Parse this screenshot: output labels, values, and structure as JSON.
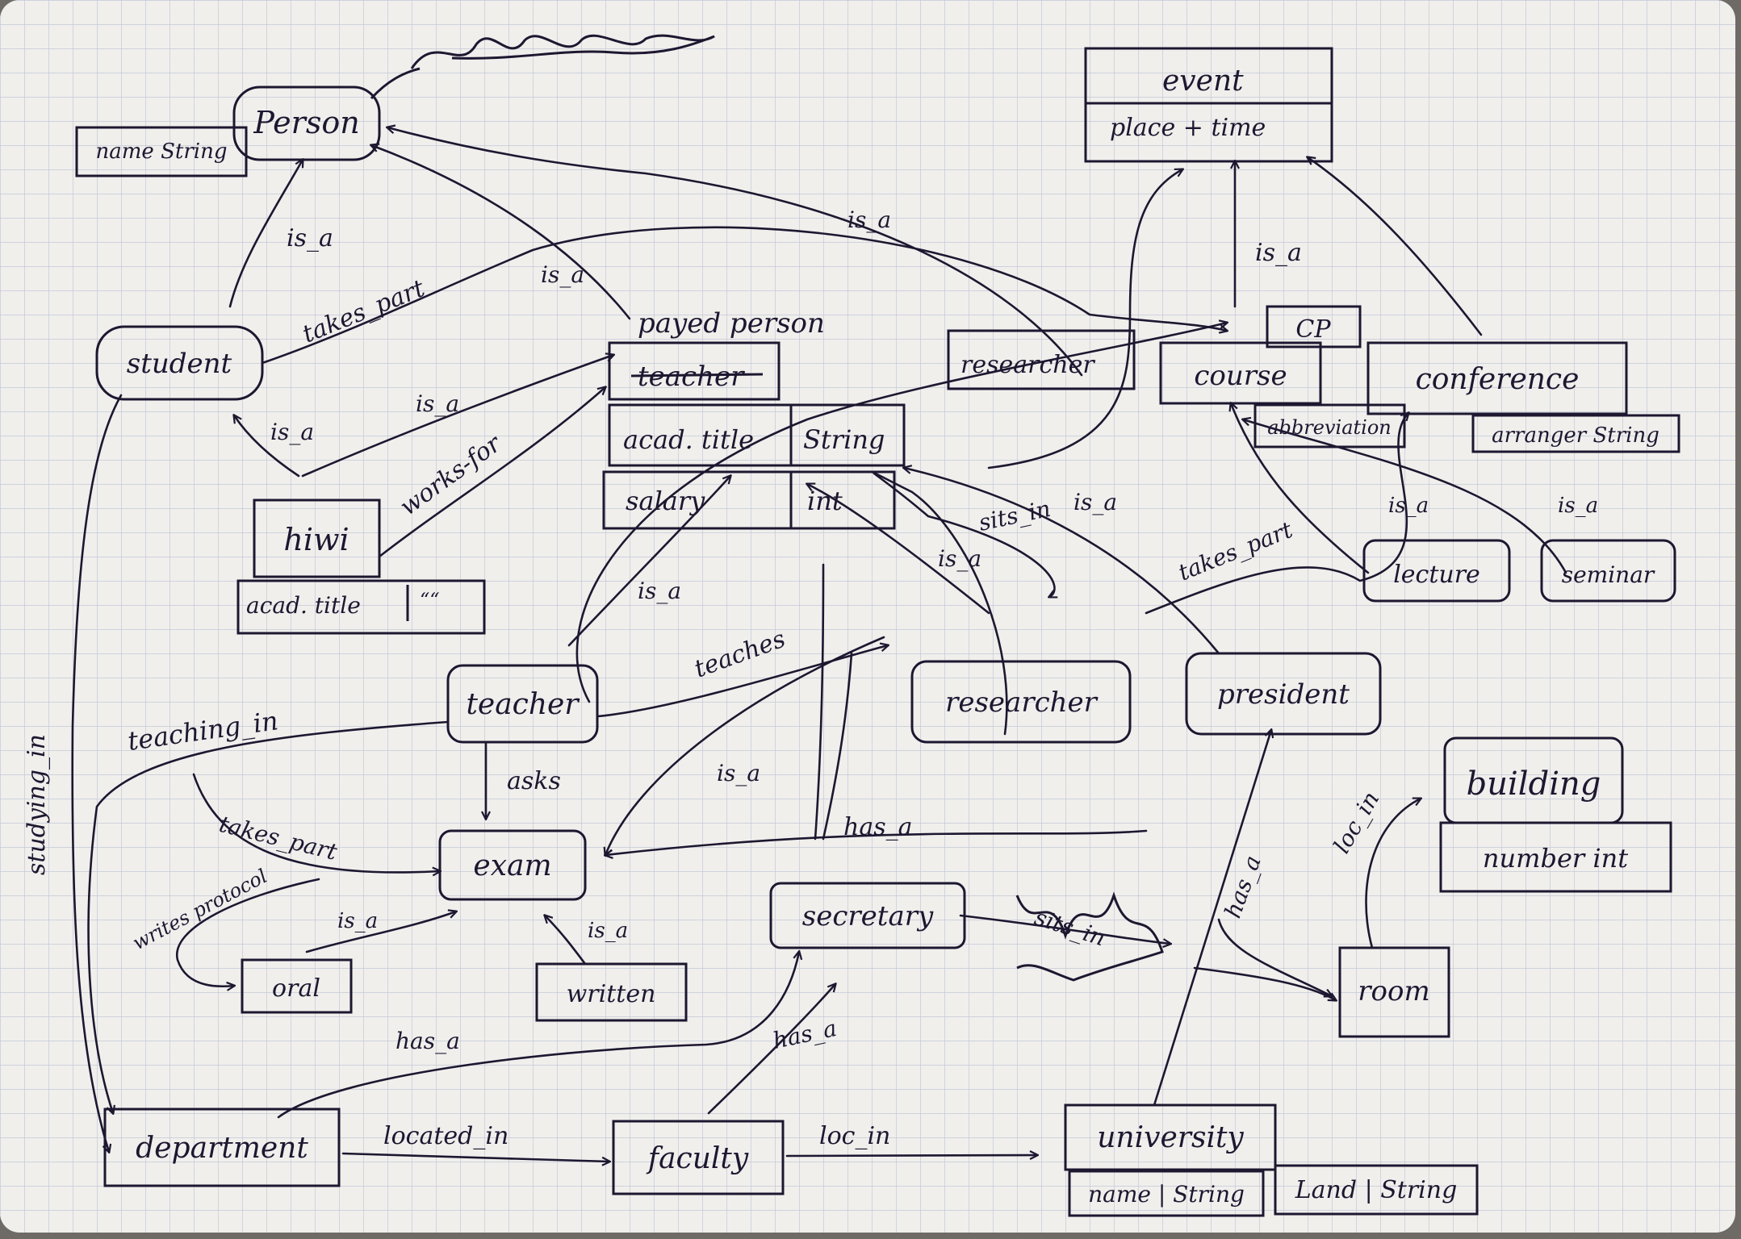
{
  "diagram": {
    "colors": {
      "paper": "#f0efec",
      "grid": "#c2c9d6",
      "ink": "#1d1730",
      "background": "#6e6b66"
    },
    "nodes": {
      "person": {
        "label": "Person"
      },
      "person_attr": {
        "label": "name String"
      },
      "event": {
        "label": "event"
      },
      "event_attr": {
        "label": "place + time"
      },
      "payed_person": {
        "label": "payed person"
      },
      "teacher_struck": {
        "label": "teacher"
      },
      "acad_title": {
        "label": "acad. title"
      },
      "acad_title_type": {
        "label": "String"
      },
      "salary": {
        "label": "salary"
      },
      "salary_type": {
        "label": "int"
      },
      "student": {
        "label": "student"
      },
      "hiwi": {
        "label": "hiwi"
      },
      "hiwi_attr": {
        "label": "acad. title"
      },
      "hiwi_attr_type": {
        "label": "““"
      },
      "researcher_top": {
        "label": "researcher"
      },
      "course": {
        "label": "course"
      },
      "cp": {
        "label": "CP"
      },
      "abbreviation": {
        "label": "abbreviation"
      },
      "conference": {
        "label": "conference"
      },
      "arranger": {
        "label": "arranger String"
      },
      "lecture": {
        "label": "lecture"
      },
      "seminar": {
        "label": "seminar"
      },
      "teacher": {
        "label": "teacher"
      },
      "researcher": {
        "label": "researcher"
      },
      "president": {
        "label": "president"
      },
      "exam": {
        "label": "exam"
      },
      "oral": {
        "label": "oral"
      },
      "written": {
        "label": "written"
      },
      "secretary": {
        "label": "secretary"
      },
      "building": {
        "label": "building"
      },
      "building_attr": {
        "label": "number int"
      },
      "room": {
        "label": "room"
      },
      "department": {
        "label": "department"
      },
      "faculty": {
        "label": "faculty"
      },
      "university": {
        "label": "university"
      },
      "university_name": {
        "label": "name | String"
      },
      "university_land": {
        "label": "Land | String"
      }
    },
    "edge_labels": {
      "student_person_isa": "is_a",
      "student_takes_part": "takes_part",
      "payed_isa_top": "is_a",
      "researcher_person_isa": "is_a",
      "course_event_isa": "is_a",
      "hiwi_student_isa": "is_a",
      "hiwi_payed_isa": "is_a",
      "works_for": "works-for",
      "teacher_isa": "is_a",
      "teaches": "teaches",
      "researcher_sits_in": "sits_in",
      "researcher_isa": "is_a",
      "president_isa": "is_a",
      "lecture_isa": "is_a",
      "seminar_isa": "is_a",
      "takes_part_course": "takes_part",
      "teaching_in": "teaching_in",
      "studying_in": "studying_in",
      "asks": "asks",
      "takes_part_exam": "takes_part",
      "writes_protocol": "writes protocol",
      "oral_isa": "is_a",
      "written_isa": "is_a",
      "secretary_isa": "is_a",
      "secretary_has_a": "has_a",
      "secretary_sits_in": "sits_in",
      "has_a_room": "has_a",
      "loc_in_building": "loc_in",
      "department_has_a": "has_a",
      "faculty_has_a": "has_a",
      "located_in": "located_in",
      "loc_in_university": "loc_in"
    }
  }
}
